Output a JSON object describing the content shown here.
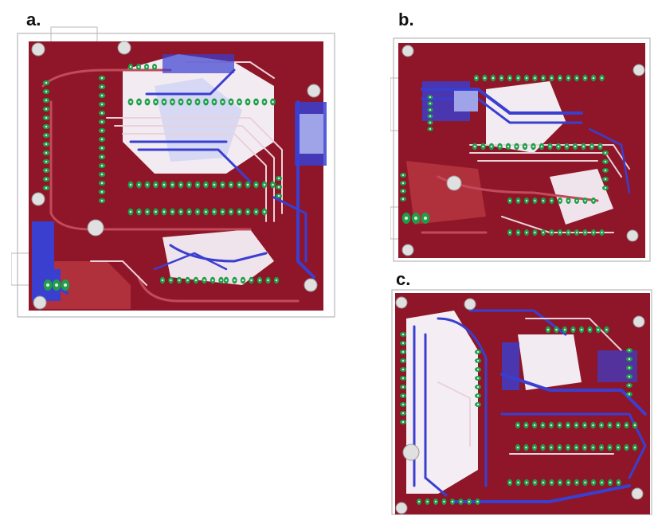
{
  "panels": {
    "a": {
      "label": "a."
    },
    "b": {
      "label": "b."
    },
    "c": {
      "label": "c."
    }
  },
  "colors": {
    "copper_top": "#8e1628",
    "copper_top_light": "#b0303c",
    "copper_bottom": "#3a3fd0",
    "pad": "#1f9e4a",
    "pad_center": "#d8f0d8",
    "outline": "#b8b8b8",
    "trace_light": "#e8d8e8"
  }
}
